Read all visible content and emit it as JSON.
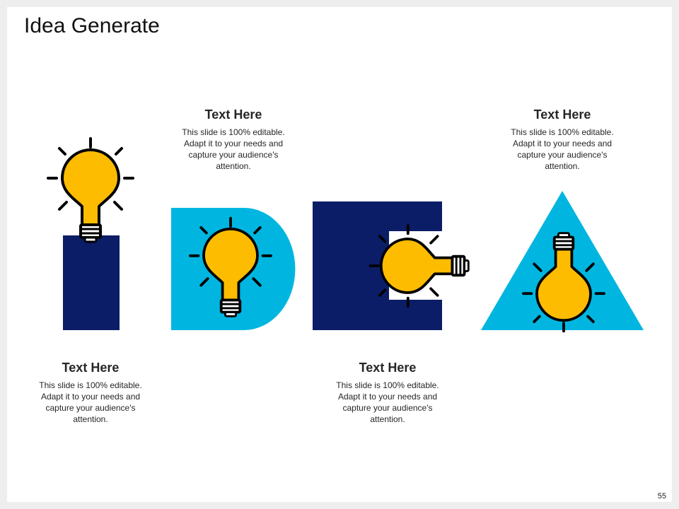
{
  "slide": {
    "title": "Idea Generate",
    "page_number": "55"
  },
  "blocks": [
    {
      "heading": "Text Here",
      "body": "This slide is 100% editable. Adapt it to your needs and capture your audience's attention."
    },
    {
      "heading": "Text Here",
      "body": "This slide is 100% editable. Adapt it to your needs and capture your audience's attention."
    },
    {
      "heading": "Text Here",
      "body": "This slide is 100% editable. Adapt it to your needs and capture your audience's attention."
    },
    {
      "heading": "Text Here",
      "body": "This slide is 100% editable. Adapt it to your needs and capture your audience's attention."
    }
  ],
  "letters": [
    "I",
    "D",
    "E",
    "A"
  ],
  "colors": {
    "navy": "#0b1d66",
    "cyan": "#00b6e0",
    "bulb": "#fdbc00",
    "outline": "#000000"
  },
  "icons": [
    "lightbulb-icon",
    "lightbulb-icon",
    "lightbulb-icon",
    "lightbulb-icon"
  ]
}
